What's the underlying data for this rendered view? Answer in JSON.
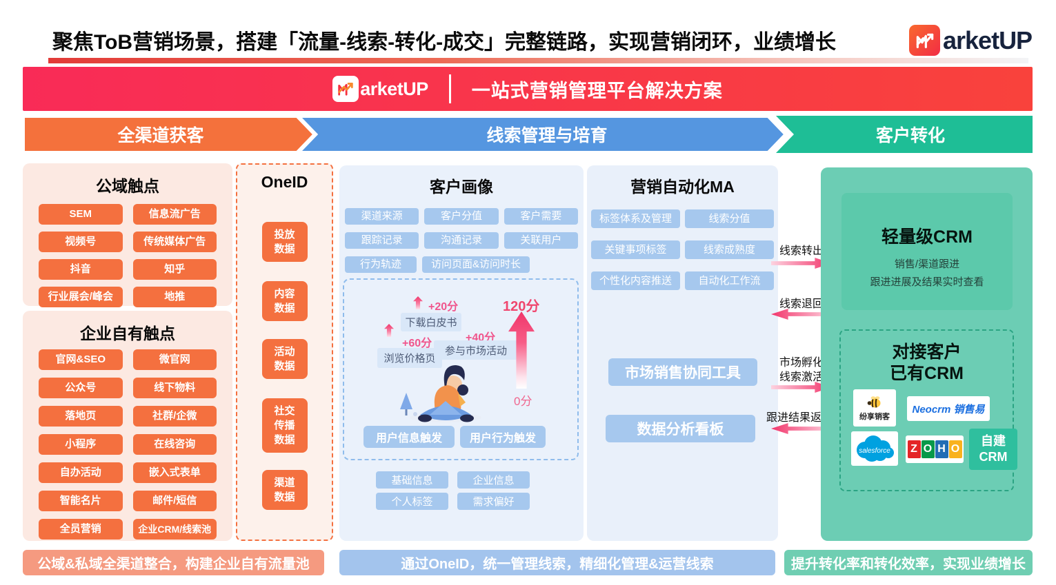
{
  "header": {
    "title": "聚焦ToB营销场景，搭建「流量-线索-转化-成交」完整链路，实现营销闭环，业绩增长",
    "brand": "arketUP"
  },
  "banner": {
    "brand": "arketUP",
    "title": "一站式营销管理平台解决方案"
  },
  "stages": [
    {
      "label": "全渠道获客",
      "color": "#f4713c"
    },
    {
      "label": "线索管理与培育",
      "color": "#5596e0"
    },
    {
      "label": "客户转化",
      "color": "#1ebe96"
    }
  ],
  "public_touch": {
    "title": "公域触点",
    "items": [
      "SEM",
      "信息流广告",
      "视频号",
      "传统媒体广告",
      "抖音",
      "知乎",
      "行业展会/峰会",
      "地推"
    ]
  },
  "owned_touch": {
    "title": "企业自有触点",
    "items": [
      "官网&SEO",
      "微官网",
      "公众号",
      "线下物料",
      "落地页",
      "社群/企微",
      "小程序",
      "在线咨询",
      "自办活动",
      "嵌入式表单",
      "智能名片",
      "邮件/短信",
      "全员营销",
      "企业CRM/线索池"
    ]
  },
  "oneid": {
    "title": "OneID",
    "items": [
      "投放数据",
      "内容数据",
      "活动数据",
      "社交传播数据",
      "渠道数据"
    ]
  },
  "profile": {
    "title": "客户画像",
    "tags": [
      "渠道来源",
      "客户分值",
      "客户需要",
      "跟踪记录",
      "沟通记录",
      "关联用户",
      "行为轨迹",
      "访问页面&访问时长"
    ],
    "score": {
      "max": "120分",
      "min": "0分",
      "events": [
        {
          "delta": "+20分",
          "label": "下载白皮书"
        },
        {
          "delta": "+60分",
          "label": "浏览价格页"
        },
        {
          "delta": "+40分",
          "label": "参与市场活动"
        }
      ]
    },
    "triggers": [
      "用户信息触发",
      "用户行为触发"
    ],
    "info": [
      "基础信息",
      "企业信息",
      "个人标签",
      "需求偏好"
    ]
  },
  "ma": {
    "title": "营销自动化MA",
    "tags": [
      "标签体系及管理",
      "线索分值",
      "关键事项标签",
      "线索成熟度",
      "个性化内容推送",
      "自动化工作流"
    ],
    "tools": [
      "市场销售协同工具",
      "数据分析看板"
    ]
  },
  "flows": [
    {
      "label": "线索转出",
      "dir": "right"
    },
    {
      "label": "线索退回",
      "dir": "left"
    },
    {
      "label": "市场孵化",
      "label2": "线索激活",
      "dir": "right"
    },
    {
      "label": "跟进结果返回",
      "dir": "left"
    }
  ],
  "conversion": {
    "crm": {
      "title": "轻量级CRM",
      "line1": "销售/渠道跟进",
      "line2": "跟进进展及结果实时查看"
    },
    "existing": {
      "title1": "对接客户",
      "title2": "已有CRM",
      "fxiaoke": "纷享销客",
      "neocrm": "Neocrm 销售易",
      "salesforce": "salesforce",
      "zoho": [
        {
          "ch": "Z",
          "style": "background:#e42527"
        },
        {
          "ch": "O",
          "style": "background:#089949"
        },
        {
          "ch": "H",
          "style": "background:#226db4"
        },
        {
          "ch": "O",
          "style": "background:#f9b21d"
        }
      ],
      "custom1": "自建",
      "custom2": "CRM"
    }
  },
  "footers": [
    "公域&私域全渠道整合，构建企业自有流量池",
    "通过OneID，统一管理线索，精细化管理&运营线索",
    "提升转化率和转化效率，实现业绩增长"
  ],
  "colors": {
    "accent_pink": "#f2356b",
    "banner_red": "#f92b57",
    "orange": "#f4703f",
    "blue": "#5596e0",
    "green": "#1ebe96"
  }
}
